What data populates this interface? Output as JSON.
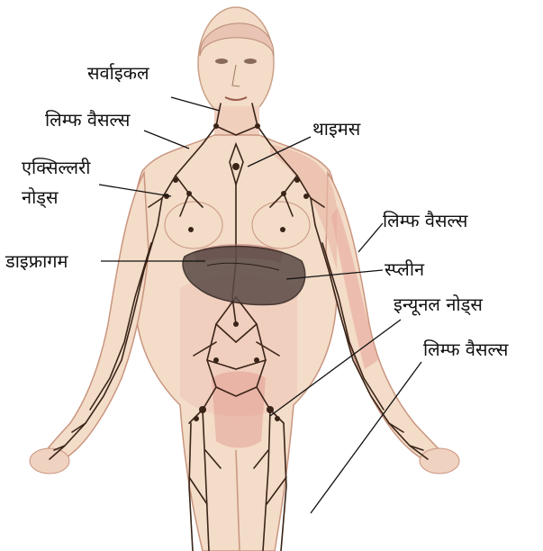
{
  "labels": {
    "cervical": "सर्वाइकल",
    "lymph_vessels_left": "लिम्फ वैसल्स",
    "thymus": "थाइमस",
    "axillary_line1": "एक्सिल्लरी",
    "axillary_line2": "नोड्स",
    "lymph_vessels_right_arm": "लिम्फ वैसल्स",
    "diaphragm": "डाइफ्रागम",
    "spleen": "स्प्लीन",
    "inguinal_nodes": "इन्यूनल नोड्स",
    "lymph_vessels_leg": "लिम्फ वैसल्स"
  },
  "colors": {
    "skin": "#f3dcc8",
    "skin_shade": "#e8b9a6",
    "red_tone": "#d9827a",
    "vessel": "#3a2418",
    "spleen": "#5a4a46",
    "leader": "#111111"
  }
}
